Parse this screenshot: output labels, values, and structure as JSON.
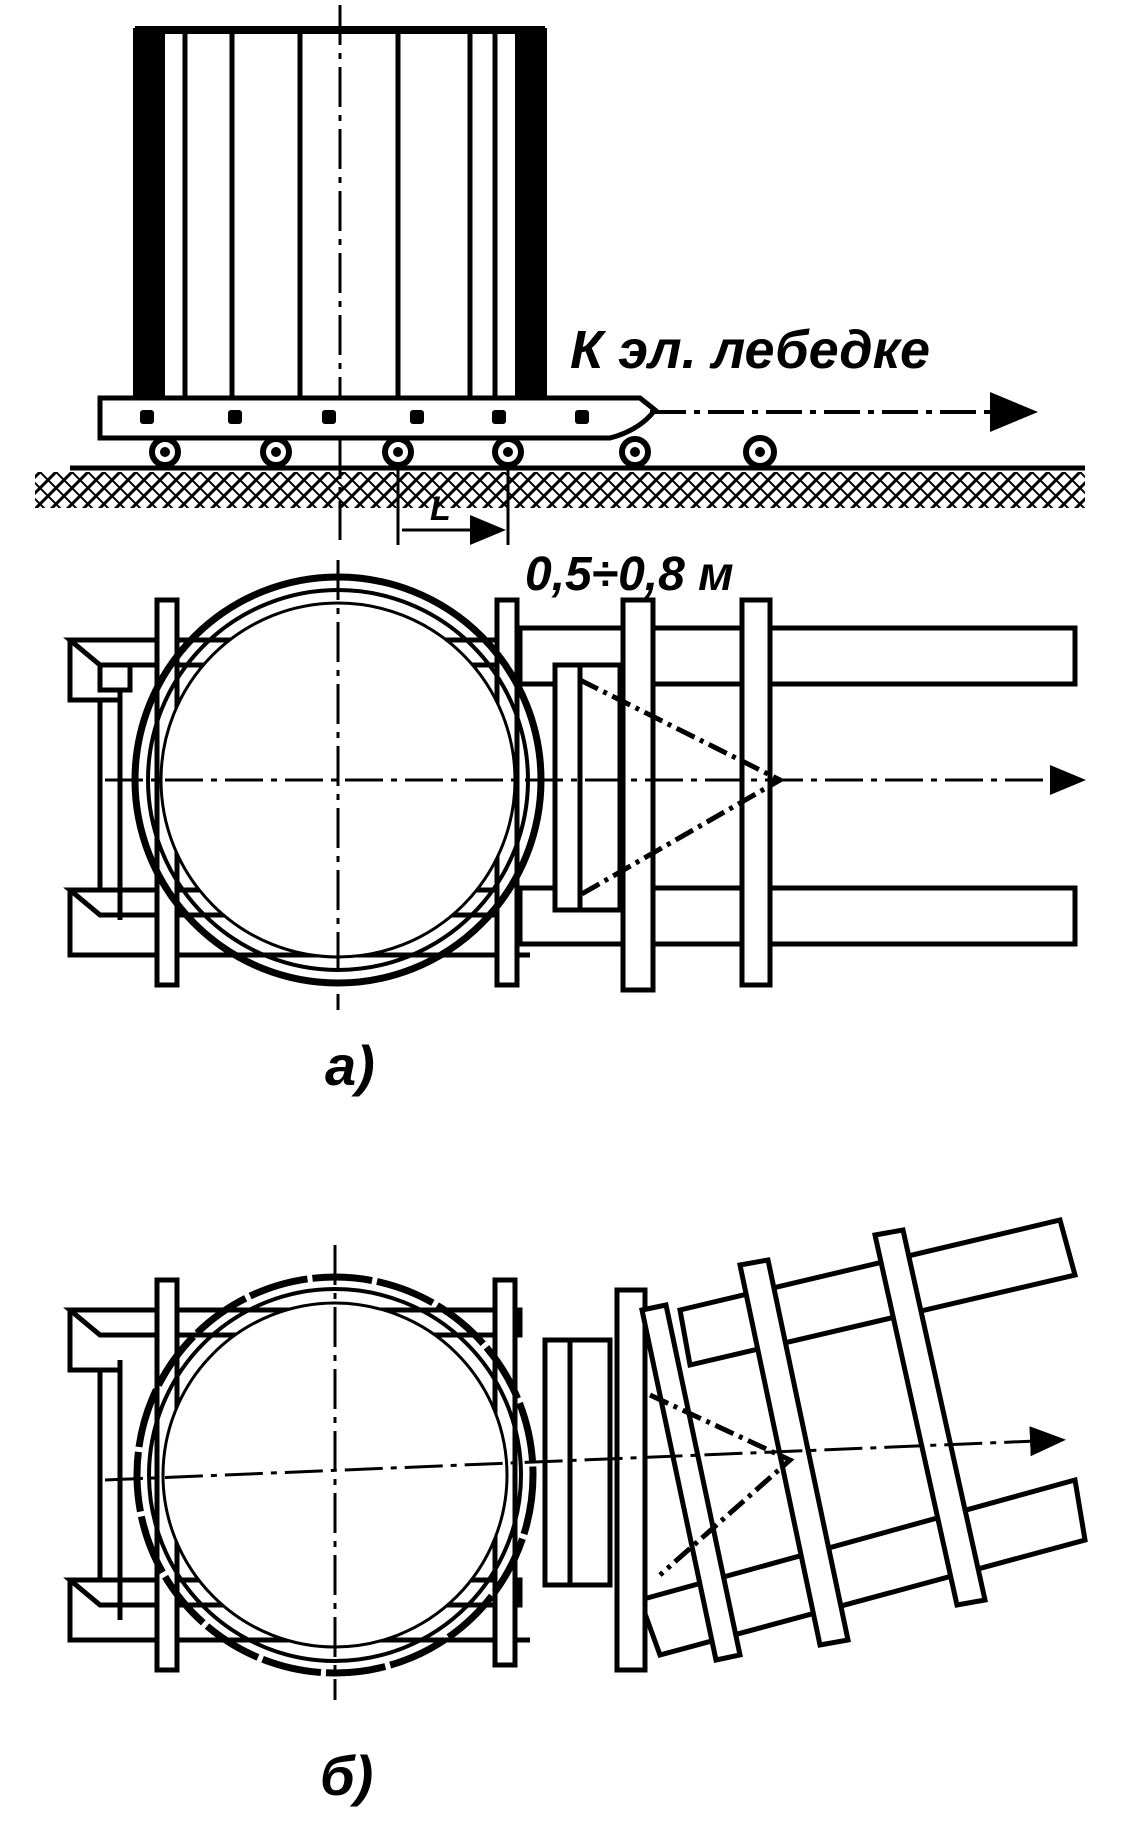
{
  "labels": {
    "winch": "К эл. лебедке",
    "distance": "0,5÷0,8 м",
    "l_mark": "L",
    "fig_a": "а)",
    "fig_b": "б)"
  },
  "colors": {
    "ink": "#000000",
    "paper": "#ffffff"
  }
}
